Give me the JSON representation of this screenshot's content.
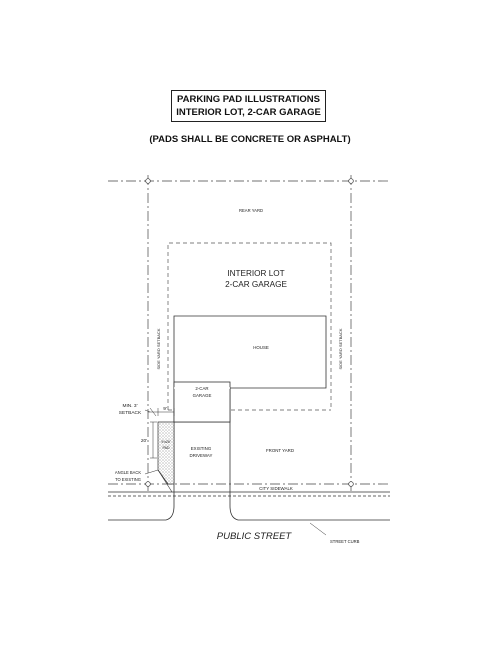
{
  "title": {
    "line1": "PARKING PAD ILLUSTRATIONS",
    "line2": "INTERIOR LOT, 2-CAR GARAGE"
  },
  "subtitle": "(PADS SHALL BE CONCRETE OR ASPHALT)",
  "labels": {
    "rear_yard": "REAR YARD",
    "interior_lot_line1": "INTERIOR LOT",
    "interior_lot_line2": "2-CAR GARAGE",
    "house": "HOUSE",
    "side_setback_left": "SIDE YARD SETBACK",
    "side_setback_right": "SIDE YARD SETBACK",
    "garage_line1": "2-CAR",
    "garage_line2": "GARAGE",
    "min_setback_line1": "MIN. 3'",
    "min_setback_line2": "SETBACK",
    "dim_9": "9'",
    "dim_20": "20'",
    "pad_line1": "9'x20'",
    "pad_line2": "PAD",
    "driveway_line1": "EXISTING",
    "driveway_line2": "DRIVEWAY",
    "front_yard": "FRONT YARD",
    "angle_back_line1": "ANGLE BACK",
    "angle_back_line2": "TO EXISTING",
    "city_sidewalk": "CITY SIDEWALK",
    "public_street": "PUBLIC STREET",
    "street_curb": "STREET CURB"
  }
}
